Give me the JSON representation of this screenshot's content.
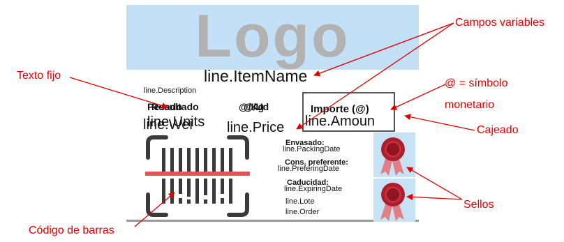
{
  "logo": {
    "text": "Logo"
  },
  "label": {
    "item_name": "line.ItemName",
    "description": "line.Description",
    "overlap_1a": "Pesado",
    "overlap_1b": "Resultado",
    "overlap_2a": "@/Kg",
    "overlap_2b": "@/Ud",
    "overlap_3a": "line.Wei",
    "overlap_3b": "line.Units",
    "price": "line.Price",
    "importe": "Importe (@)",
    "amount": "line.Amoun",
    "envasado_label": "Envasado:",
    "envasado_value": "line.PackingDate",
    "cons_label": "Cons. preferente:",
    "cons_value": "line.PreferingDate",
    "caducidad_label": "Caducidad:",
    "caducidad_value": "line.ExpiringDate",
    "lote": "line.Lote",
    "order": "line.Order"
  },
  "annotations": {
    "texto_fijo": "Texto fijo",
    "campos_variables": "Campos variables",
    "simbolo_line1": "@ = símbolo",
    "simbolo_line2": "monetario",
    "cajeado": "Cajeado",
    "sellos": "Sellos",
    "codigo_barras": "Código de barras"
  },
  "colors": {
    "annotation": "#e00000",
    "logo_background": "#c3e0f6",
    "logo_text": "#b2b2b2",
    "seal_ribbon": "#e07f86",
    "seal_body": "#a91f2c"
  },
  "icons": [
    "barcode-scan-icon",
    "award-seal-icon",
    "award-seal-icon"
  ]
}
